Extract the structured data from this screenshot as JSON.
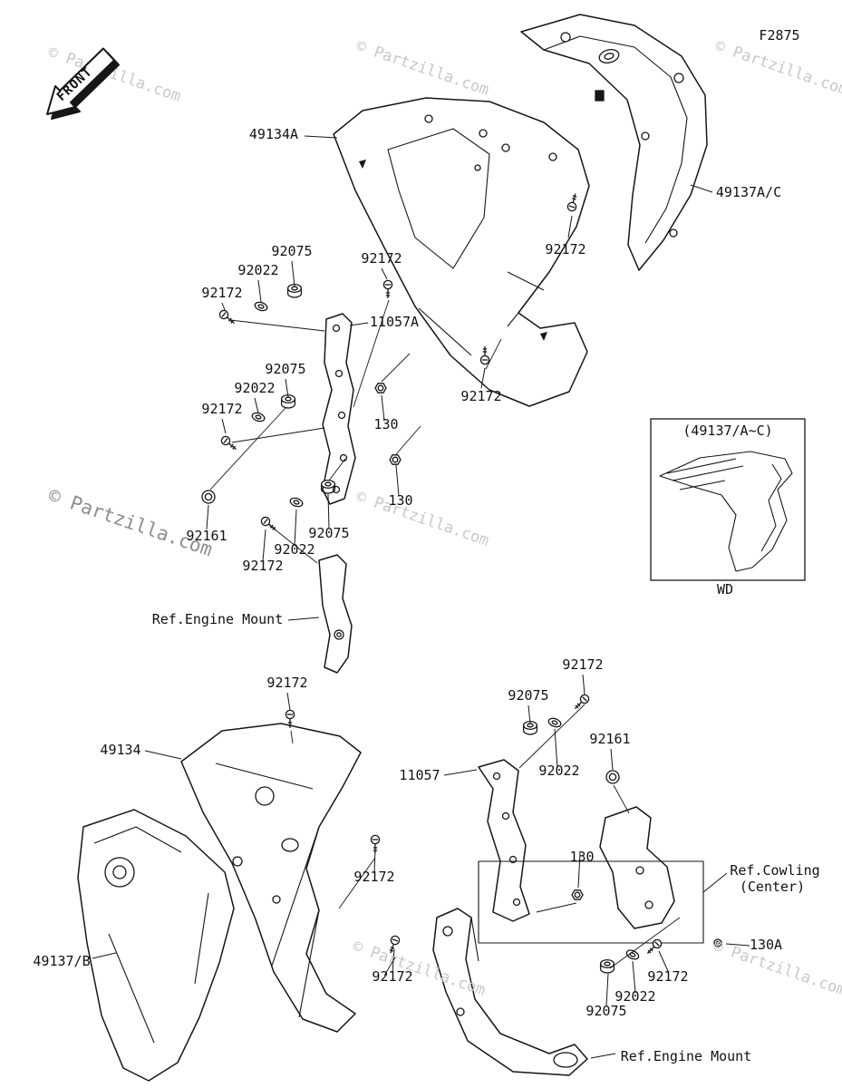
{
  "page": {
    "figure_code": "F2875",
    "front_label": "FRONT",
    "watermark": "© Partzilla.com"
  },
  "inset": {
    "title": "(49137/A~C)",
    "caption": "WD"
  },
  "parts": {
    "cowl_upper": "49134A",
    "cowl_right": "49137A/C",
    "bracket_upper": "11057A",
    "cowl_lower": "49134",
    "cowl_lower_left": "49137/B",
    "bracket_lower": "11057"
  },
  "fasteners": {
    "screw": "92172",
    "collar": "92075",
    "washer": "92022",
    "bolt": "92161",
    "nut": "130",
    "nut_a": "130A"
  },
  "refs": {
    "engine_mount": "Ref.Engine Mount",
    "cowling_line1": "Ref.Cowling",
    "cowling_line2": "(Center)"
  }
}
